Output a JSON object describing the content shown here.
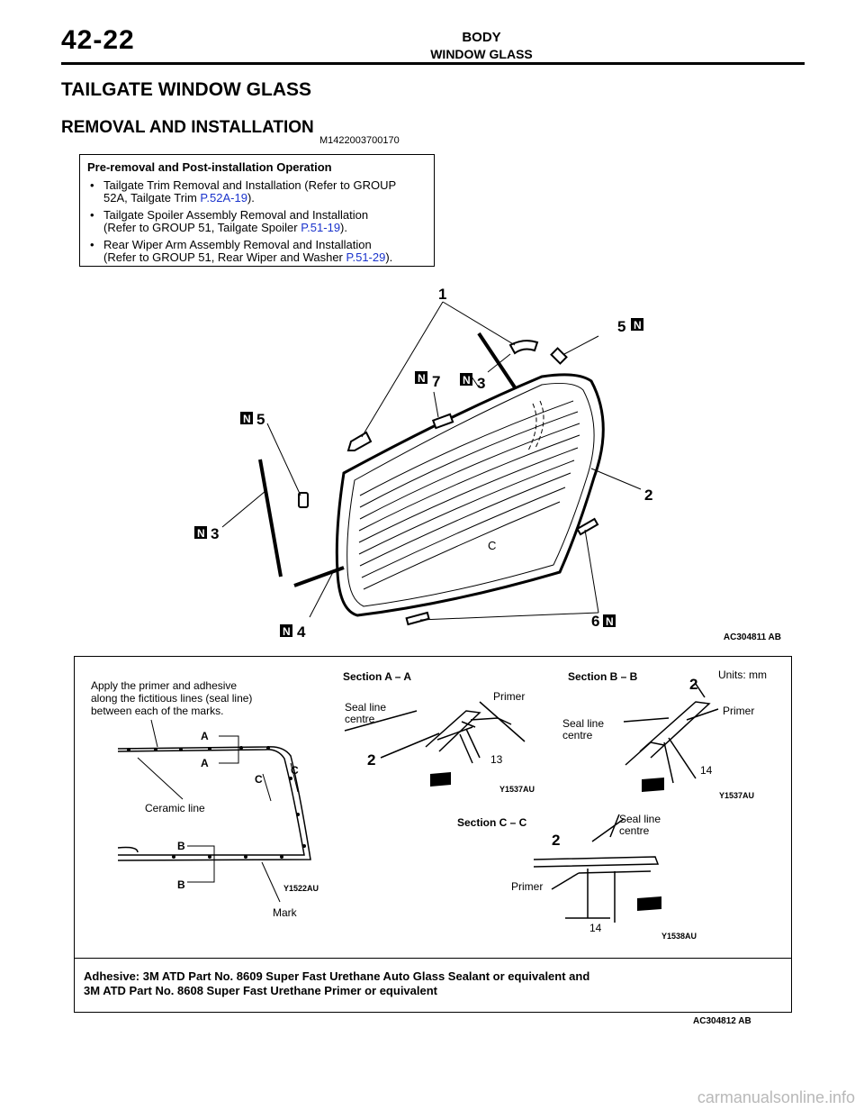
{
  "header": {
    "page_number": "42-22",
    "section": "BODY",
    "subsection": "WINDOW GLASS"
  },
  "title": "TAILGATE WINDOW GLASS",
  "subtitle": "REMOVAL AND INSTALLATION",
  "doc_code": "M1422003700170",
  "preop": {
    "heading": "Pre-removal and Post-installation Operation",
    "items": [
      {
        "line1": "Tailgate Trim Removal and Installation (Refer to GROUP",
        "line2": "52A, Tailgate Trim ",
        "ref": "P.52A-19",
        "tail": ")."
      },
      {
        "line1": "Tailgate Spoiler Assembly Removal and Installation",
        "line2": "(Refer to GROUP 51, Tailgate Spoiler ",
        "ref": "P.51-19",
        "tail": ")."
      },
      {
        "line1": "Rear Wiper Arm Assembly Removal and Installation",
        "line2": "(Refer to GROUP 51, Rear Wiper and Washer ",
        "ref": "P.51-29",
        "tail": ")."
      }
    ]
  },
  "figure_top": {
    "callouts": {
      "c1": "1",
      "c2": "2",
      "c3": "3",
      "c4": "4",
      "c5": "5",
      "c6": "6",
      "c7": "7",
      "n": "N"
    },
    "code": "AC304811 AB"
  },
  "figure_bottom": {
    "units": "Units: mm",
    "note": [
      "Apply the primer and adhesive",
      "along the fictitious lines (seal line)",
      "between each of the marks."
    ],
    "ceramic_line": "Ceramic line",
    "mark": "Mark",
    "letters": {
      "a": "A",
      "b": "B",
      "c": "C"
    },
    "y1522": "Y1522AU",
    "section_a": {
      "title": "Section A – A",
      "primer": "Primer",
      "seal": [
        "Seal line",
        "centre"
      ],
      "dim": "13",
      "num": "2",
      "code": "Y1537AU"
    },
    "section_b": {
      "title": "Section B – B",
      "primer": "Primer",
      "seal": [
        "Seal line",
        "centre"
      ],
      "dim": "14",
      "num": "2",
      "code": "Y1537AU"
    },
    "section_c": {
      "title": "Section C – C",
      "primer": "Primer",
      "seal": [
        "Seal line",
        "centre"
      ],
      "dim": "14",
      "num": "2",
      "code": "Y1538AU"
    },
    "adhesive": [
      "Adhesive: 3M ATD Part No. 8609 Super Fast Urethane Auto Glass Sealant or equivalent and",
      "3M ATD Part No. 8608 Super Fast Urethane Primer or equivalent"
    ],
    "code": "AC304812 AB"
  },
  "watermark": "carmanualsonline.info"
}
